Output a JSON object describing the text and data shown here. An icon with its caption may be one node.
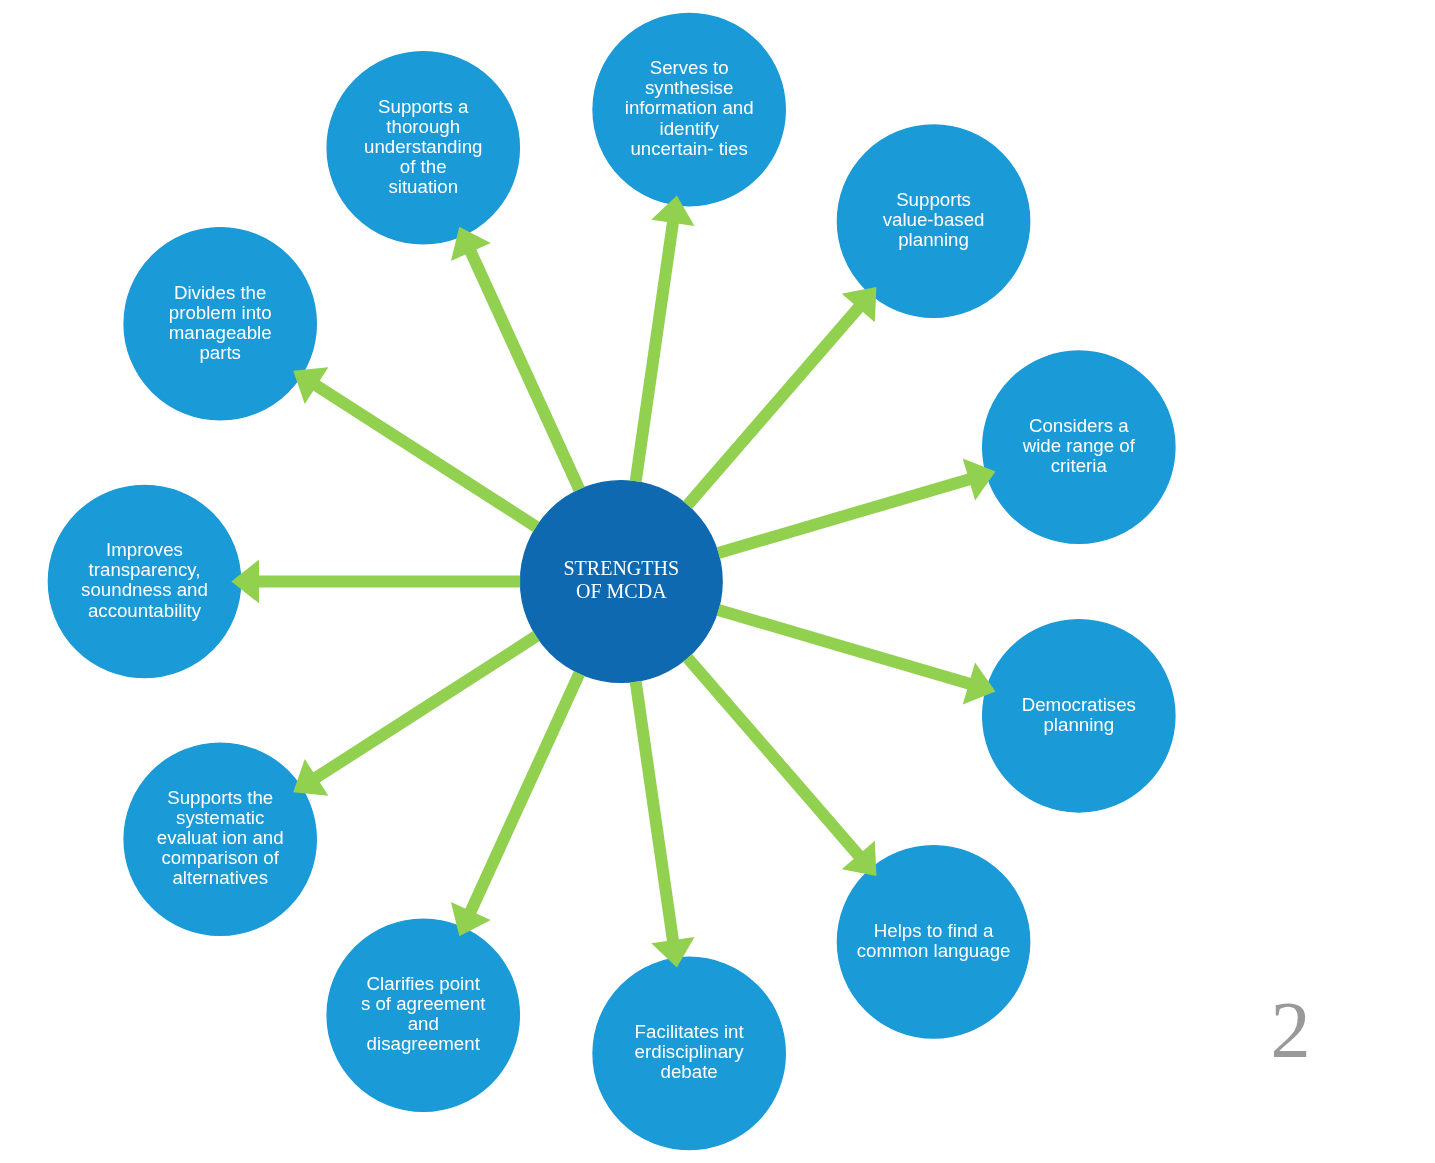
{
  "diagram": {
    "nodes": [
      {
        "text": [
          "STRENGTHS OF MCDA"
        ]
      },
      {
        "text": [
          "Considers a wide range of criteria"
        ]
      },
      {
        "text": [
          "Supports value-based planning"
        ]
      },
      {
        "text": [
          "Serves to synthesise information and identify uncertain- ties"
        ]
      },
      {
        "text": [
          "Supports a thorough understanding of the situation"
        ]
      },
      {
        "text": [
          "Divides the problem into manageable parts"
        ]
      },
      {
        "text": [
          "Improves transparency, soundness and accountability"
        ]
      },
      {
        "text": [
          "Supports the systematic evaluat ion and comparison of alternatives"
        ]
      },
      {
        "text": [
          "Clarifies point s of agreement and disagreement"
        ]
      },
      {
        "text": [
          "Facilitates interdisciplinary debate"
        ]
      },
      {
        "text": [
          "Helps to find a common language"
        ]
      },
      {
        "text": [
          "Democratises planning"
        ]
      }
    ],
    "edges": [
      {
        "from": 0,
        "to": 1,
        "arrow": "to"
      },
      {
        "from": 0,
        "to": 2,
        "arrow": "to"
      },
      {
        "from": 0,
        "to": 3,
        "arrow": "to"
      },
      {
        "from": 0,
        "to": 4,
        "arrow": "to"
      },
      {
        "from": 0,
        "to": 5,
        "arrow": "to"
      },
      {
        "from": 0,
        "to": 6,
        "arrow": "to"
      },
      {
        "from": 0,
        "to": 7,
        "arrow": "to"
      },
      {
        "from": 0,
        "to": 8,
        "arrow": "to"
      },
      {
        "from": 0,
        "to": 9,
        "arrow": "to"
      },
      {
        "from": 0,
        "to": 10,
        "arrow": "to"
      },
      {
        "from": 0,
        "to": 11,
        "arrow": "to"
      }
    ],
    "labels": [
      "2"
    ]
  }
}
